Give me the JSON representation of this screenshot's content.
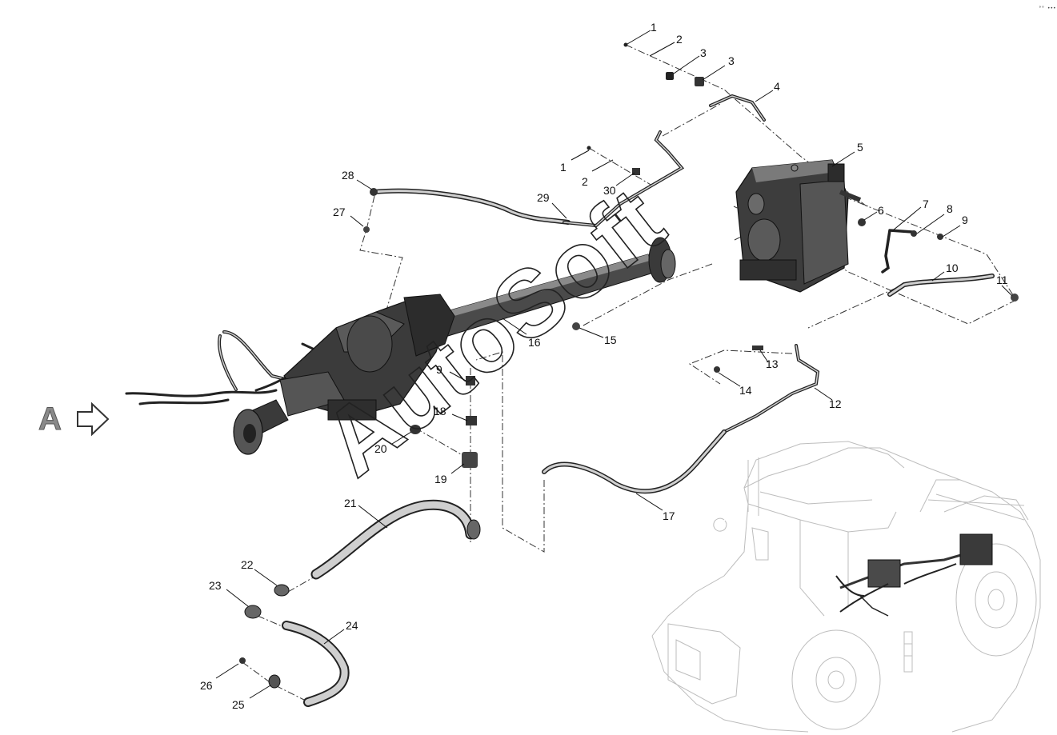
{
  "diagram": {
    "view_marker_letter": "A",
    "watermark": "AutoSoft",
    "corner_mark": "°° •••",
    "callouts": [
      {
        "id": "c1a",
        "text": "1"
      },
      {
        "id": "c2a",
        "text": "2"
      },
      {
        "id": "c3a",
        "text": "3"
      },
      {
        "id": "c3b",
        "text": "3"
      },
      {
        "id": "c4",
        "text": "4"
      },
      {
        "id": "c5",
        "text": "5"
      },
      {
        "id": "c6",
        "text": "6"
      },
      {
        "id": "c7",
        "text": "7"
      },
      {
        "id": "c8",
        "text": "8"
      },
      {
        "id": "c9a",
        "text": "9"
      },
      {
        "id": "c10",
        "text": "10"
      },
      {
        "id": "c11",
        "text": "11"
      },
      {
        "id": "c12",
        "text": "12"
      },
      {
        "id": "c13",
        "text": "13"
      },
      {
        "id": "c14",
        "text": "14"
      },
      {
        "id": "c15",
        "text": "15"
      },
      {
        "id": "c16",
        "text": "16"
      },
      {
        "id": "c17",
        "text": "17"
      },
      {
        "id": "c18",
        "text": "18"
      },
      {
        "id": "c19",
        "text": "19"
      },
      {
        "id": "c20",
        "text": "20"
      },
      {
        "id": "c21",
        "text": "21"
      },
      {
        "id": "c22",
        "text": "22"
      },
      {
        "id": "c23",
        "text": "23"
      },
      {
        "id": "c24",
        "text": "24"
      },
      {
        "id": "c25",
        "text": "25"
      },
      {
        "id": "c26",
        "text": "26"
      },
      {
        "id": "c27",
        "text": "27"
      },
      {
        "id": "c28",
        "text": "28"
      },
      {
        "id": "c29",
        "text": "29"
      },
      {
        "id": "c30",
        "text": "30"
      },
      {
        "id": "c1b",
        "text": "1"
      },
      {
        "id": "c2b",
        "text": "2"
      },
      {
        "id": "c9b",
        "text": "9"
      }
    ]
  }
}
